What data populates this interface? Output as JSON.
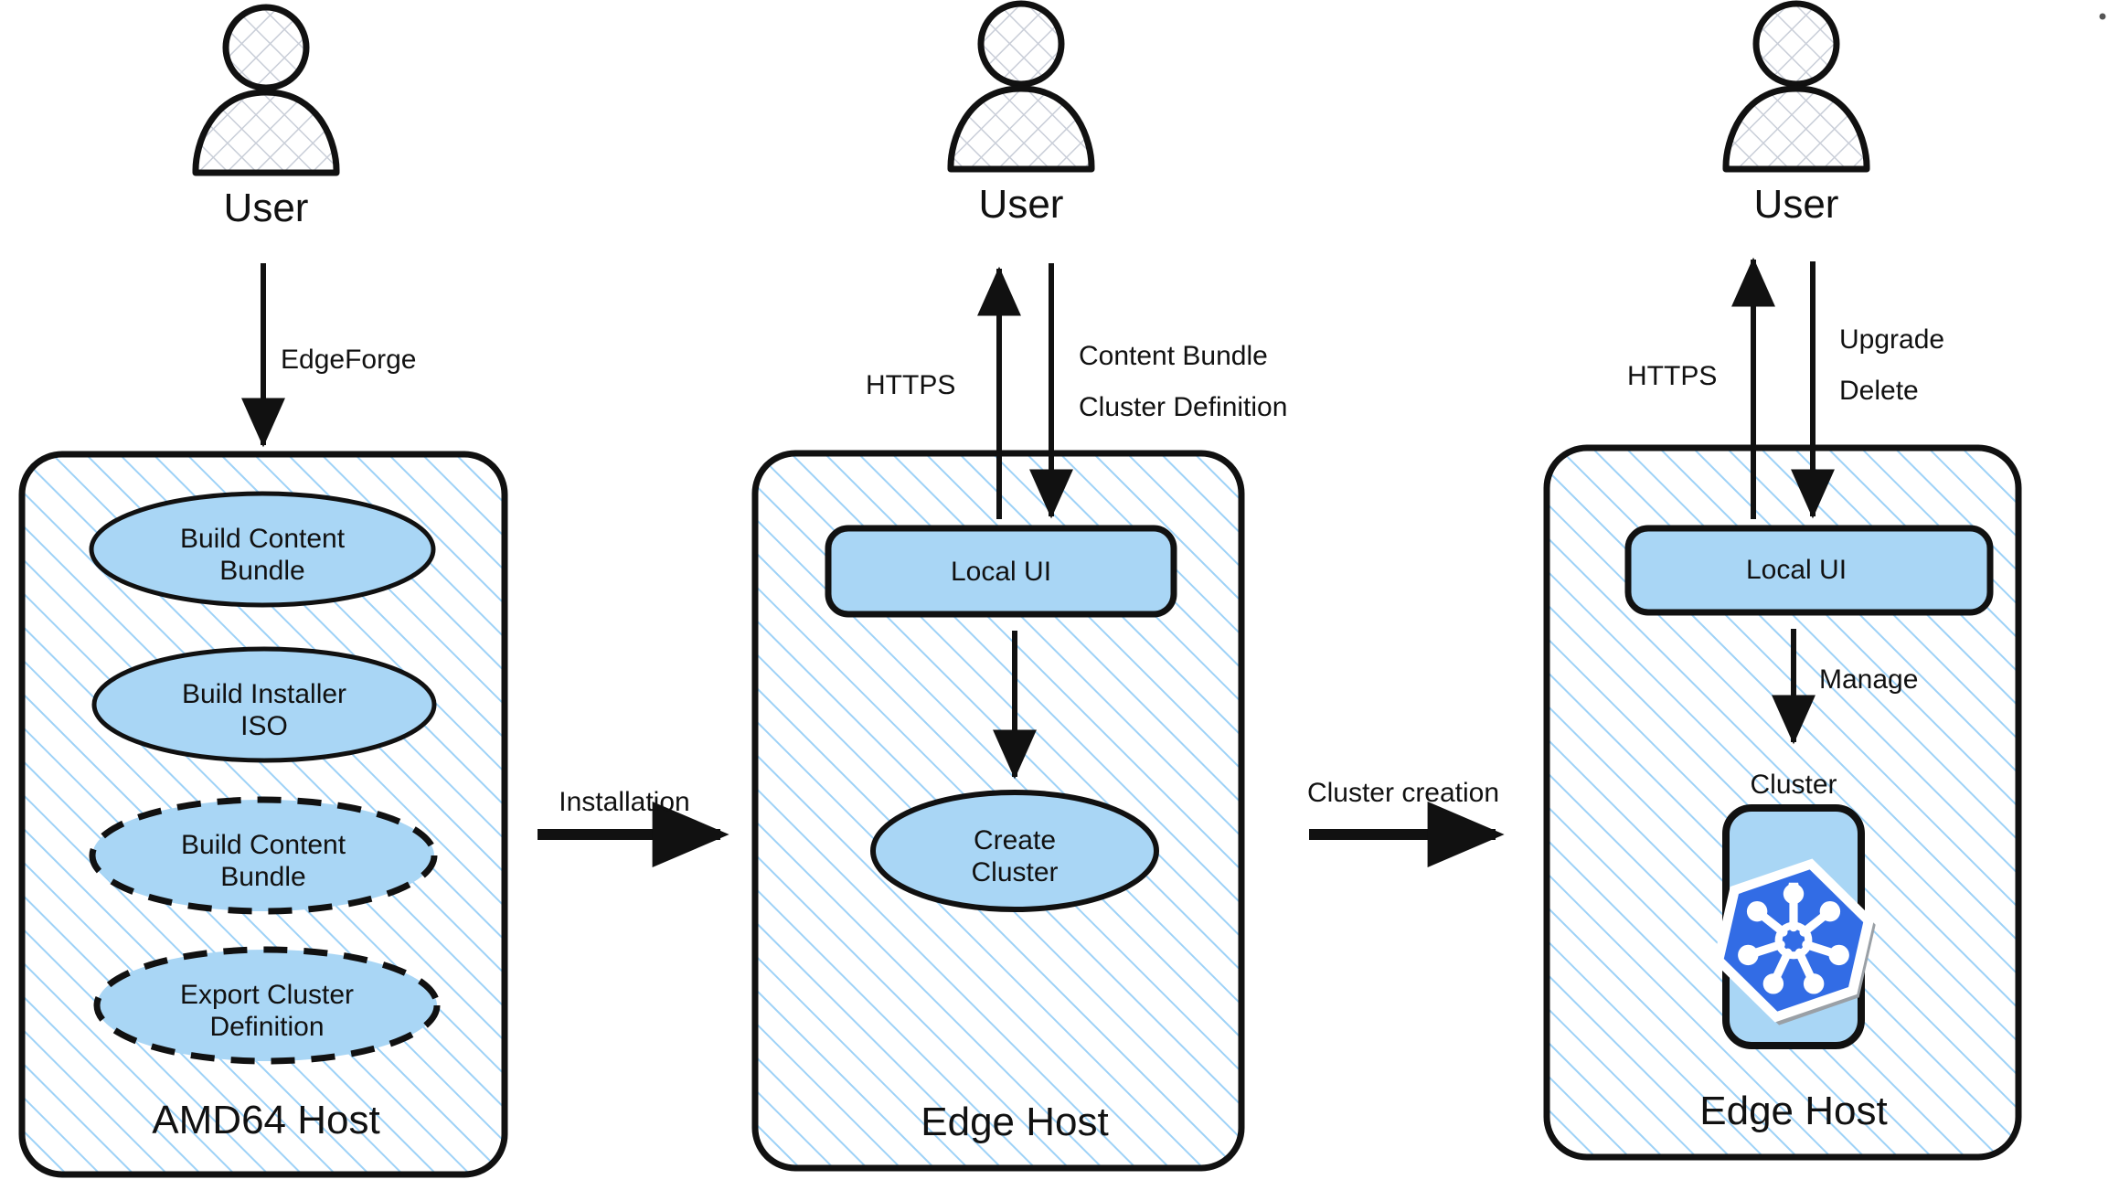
{
  "diagram": {
    "title": "EdgeForge to Edge Host cluster lifecycle",
    "colors": {
      "stroke": "#111111",
      "node_fill": "#A9D6F5",
      "hatch_line": "#9ED2F7",
      "hatch_bg": "#FFFFFF",
      "actor_hatch": "#C9CED8",
      "k8s_blue": "#326CE5",
      "k8s_white": "#FFFFFF",
      "k8s_shadow": "#9AA0A6"
    },
    "actors": [
      {
        "id": "actor-left",
        "label": "User",
        "icon": "user-actor-icon"
      },
      {
        "id": "actor-middle",
        "label": "User",
        "icon": "user-actor-icon"
      },
      {
        "id": "actor-right",
        "label": "User",
        "icon": "user-actor-icon"
      }
    ],
    "hosts": [
      {
        "id": "amd64-host",
        "label": "AMD64 Host",
        "nodes": [
          {
            "id": "build-content-bundle-1",
            "shape": "ellipse",
            "border": "solid",
            "label": "Build Content\nBundle"
          },
          {
            "id": "build-installer-iso",
            "shape": "ellipse",
            "border": "solid",
            "label": "Build Installer\nISO"
          },
          {
            "id": "build-content-bundle-2",
            "shape": "ellipse",
            "border": "dashed",
            "label": "Build Content\nBundle"
          },
          {
            "id": "export-cluster-definition",
            "shape": "ellipse",
            "border": "dashed",
            "label": "Export Cluster\nDefinition"
          }
        ]
      },
      {
        "id": "edge-host-create",
        "label": "Edge Host",
        "nodes": [
          {
            "id": "local-ui-1",
            "shape": "rounded-rect",
            "border": "solid",
            "label": "Local UI"
          },
          {
            "id": "create-cluster",
            "shape": "ellipse",
            "border": "solid",
            "label": "Create\nCluster"
          }
        ]
      },
      {
        "id": "edge-host-manage",
        "label": "Edge Host",
        "nodes": [
          {
            "id": "local-ui-2",
            "shape": "rounded-rect",
            "border": "solid",
            "label": "Local UI"
          },
          {
            "id": "cluster",
            "shape": "rounded-rect",
            "border": "solid",
            "label": "Cluster",
            "icon": "kubernetes-icon"
          }
        ]
      }
    ],
    "arrows": [
      {
        "id": "arrow-edgeforge",
        "label": "EdgeForge",
        "direction": "down",
        "from": "actor-left",
        "to": "amd64-host"
      },
      {
        "id": "arrow-installation",
        "label": "Installation",
        "direction": "right",
        "from": "amd64-host",
        "to": "edge-host-create"
      },
      {
        "id": "arrow-https-middle",
        "label": "HTTPS",
        "direction": "up",
        "from": "local-ui-1",
        "to": "actor-middle"
      },
      {
        "id": "arrow-content-bundle",
        "label": "Content Bundle",
        "direction": "down",
        "from": "actor-middle",
        "to": "local-ui-1"
      },
      {
        "id": "arrow-cluster-definition",
        "label": "Cluster Definition",
        "direction": "down",
        "from": "actor-middle",
        "to": "local-ui-1"
      },
      {
        "id": "arrow-localui-create",
        "label": "",
        "direction": "down",
        "from": "local-ui-1",
        "to": "create-cluster"
      },
      {
        "id": "arrow-cluster-creation",
        "label": "Cluster creation",
        "direction": "right",
        "from": "edge-host-create",
        "to": "edge-host-manage"
      },
      {
        "id": "arrow-https-right",
        "label": "HTTPS",
        "direction": "up",
        "from": "local-ui-2",
        "to": "actor-right"
      },
      {
        "id": "arrow-upgrade",
        "label": "Upgrade",
        "direction": "down",
        "from": "actor-right",
        "to": "local-ui-2"
      },
      {
        "id": "arrow-delete",
        "label": "Delete",
        "direction": "down",
        "from": "actor-right",
        "to": "local-ui-2"
      },
      {
        "id": "arrow-manage",
        "label": "Manage",
        "direction": "down",
        "from": "local-ui-2",
        "to": "cluster"
      }
    ]
  }
}
